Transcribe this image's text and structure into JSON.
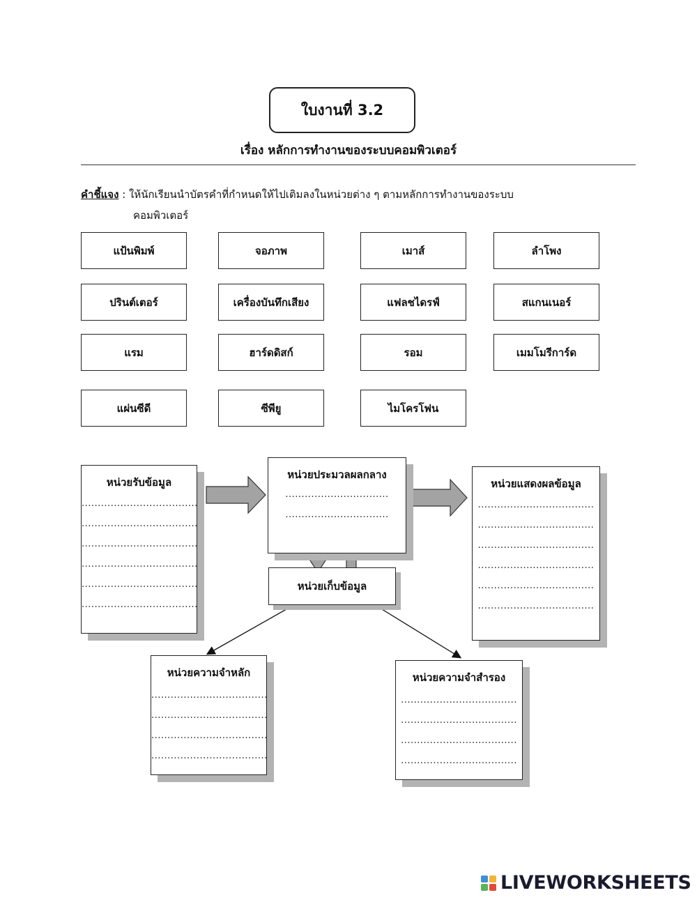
{
  "header": {
    "title": "ใบงานที่ 3.2",
    "subtitle": "เรื่อง หลักการทำงานของระบบคอมพิวเตอร์"
  },
  "instructions": {
    "label": "คำชี้แจง",
    "line1": " : ให้นักเรียนนำบัตรคำที่กำหนดให้ไปเติมลงในหน่วยต่าง ๆ ตามหลักการทำงานของระบบ",
    "line2": "คอมพิวเตอร์"
  },
  "word_cards": [
    "แป้นพิมพ์",
    "จอภาพ",
    "เมาส์",
    "ลำโพง",
    "ปรินต์เตอร์",
    "เครื่องบันทึกเสียง",
    "แฟลชไดรฟ์",
    "สแกนเนอร์",
    "แรม",
    "ฮาร์ดดิสก์",
    "รอม",
    "เมมโมรีการ์ด",
    "แผ่นซีดี",
    "ซีพียู",
    "ไมโครโฟน"
  ],
  "diagram": {
    "input_unit": "หน่วยรับข้อมูล",
    "processing_unit": "หน่วยประมวลผลกลาง",
    "output_unit": "หน่วยแสดงผลข้อมูล",
    "storage_unit": "หน่วยเก็บข้อมูล",
    "main_memory": "หน่วยความจำหลัก",
    "secondary_memory": "หน่วยความจำสำรอง",
    "blank_line": "....................................",
    "blank_line_short": "................................"
  },
  "brand": {
    "name": "LIVEWORKSHEETS",
    "colors": [
      "#3f8fd8",
      "#f2b632",
      "#59b359",
      "#e5483a"
    ]
  }
}
